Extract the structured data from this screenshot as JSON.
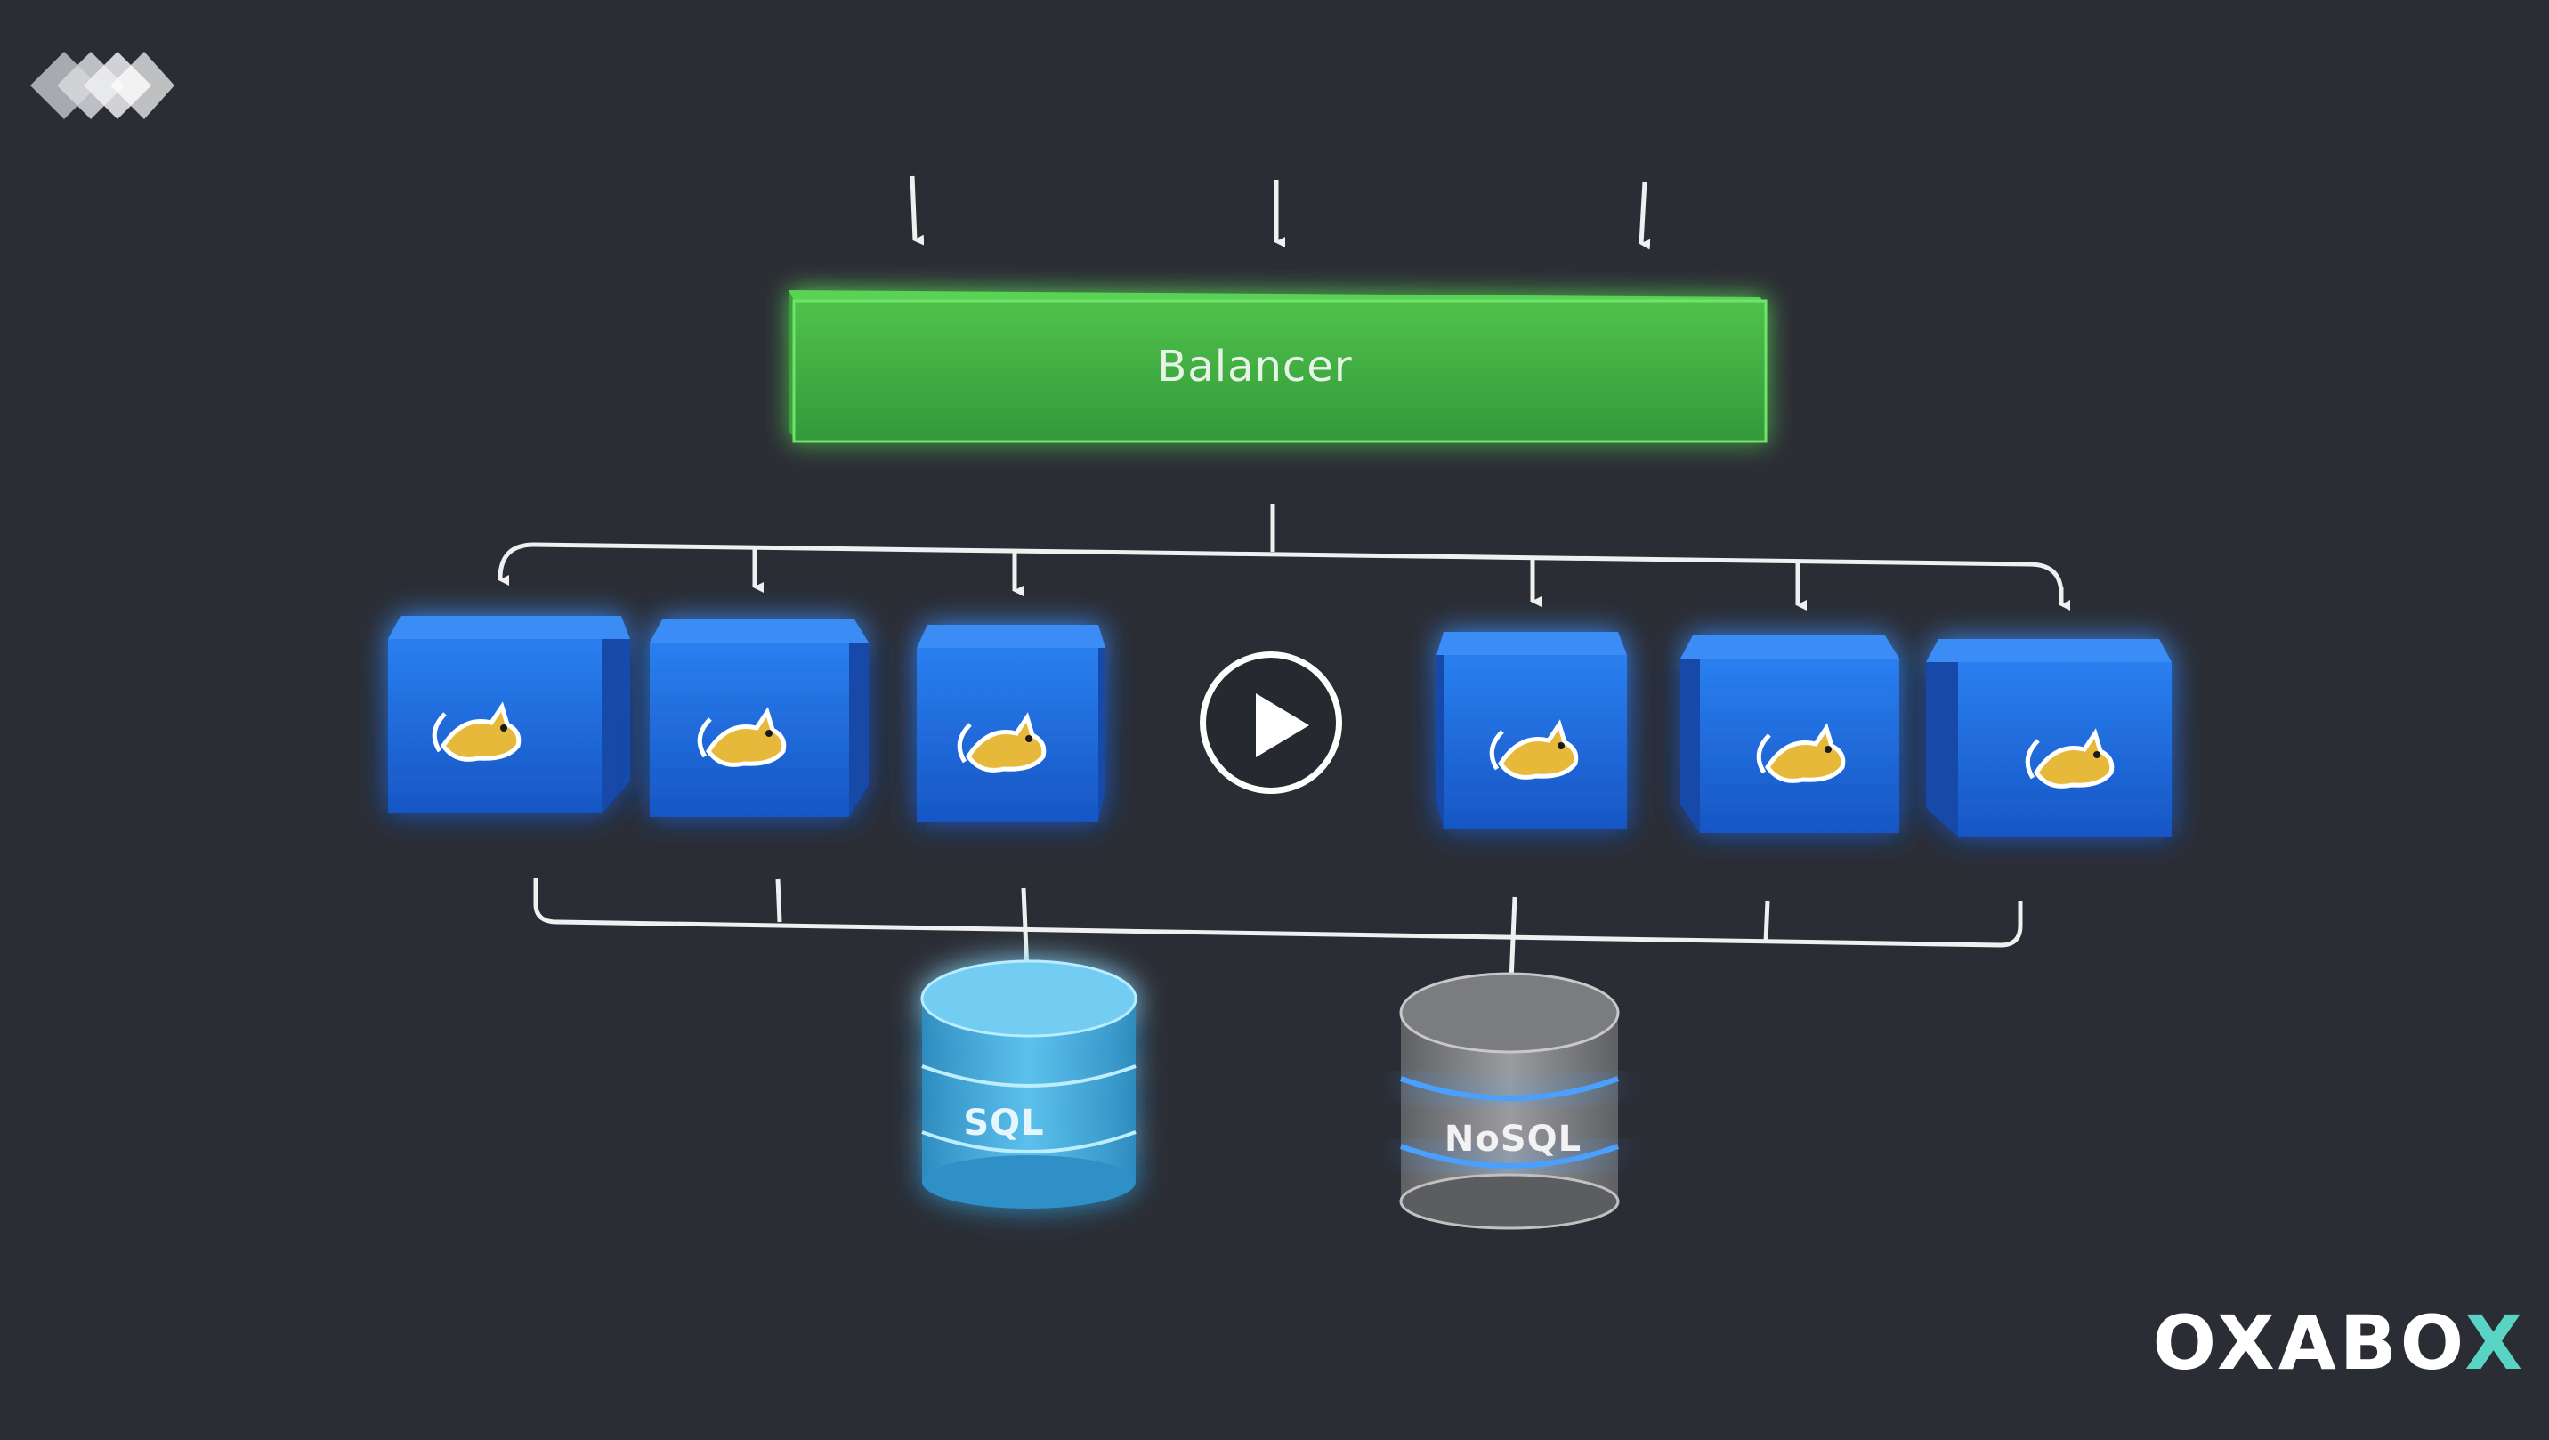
{
  "diagram": {
    "balancer_label": "Balancer",
    "server_count": 6,
    "databases": [
      {
        "label": "SQL",
        "color": "#4fb3e3"
      },
      {
        "label": "NoSQL",
        "color": "#8a8c90"
      }
    ],
    "server_icon": "tomcat-cat-icon",
    "colors": {
      "background": "#2b2d35",
      "balancer": "#3fae3c",
      "server": "#1f6fe0",
      "connector": "#f0f0f0"
    }
  },
  "player": {
    "play_icon": "play-icon"
  },
  "branding": {
    "logo_icon": "diamond-stack-logo-icon",
    "brand_main": "OXABO",
    "brand_accent": "X"
  }
}
